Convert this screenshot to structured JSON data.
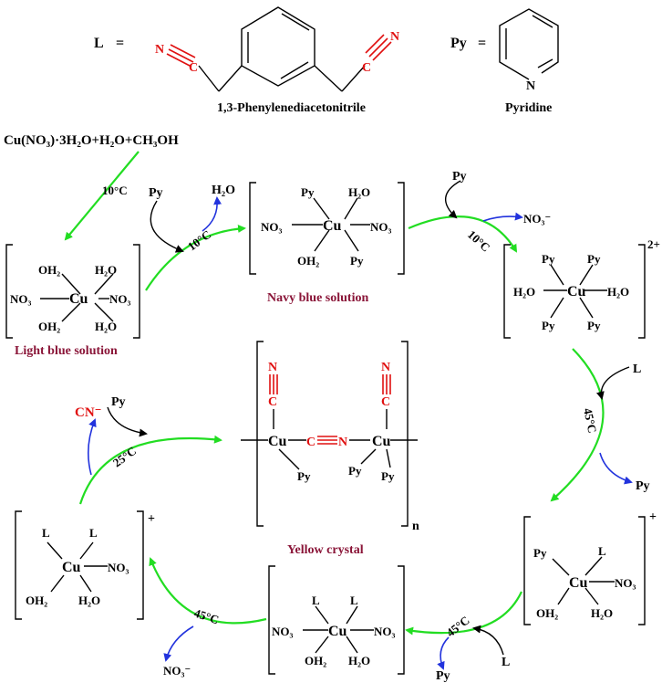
{
  "legend": {
    "L_symbol": "L",
    "equals": "=",
    "ligand_name": "1,3-Phenylenediacetonitrile",
    "Py_symbol": "Py",
    "py_name": "Pyridine",
    "N": "N",
    "C": "C"
  },
  "reagents": "Cu(NO₃)·3H₂O+H₂O+CH₃OH",
  "labels": {
    "Py": "Py",
    "L": "L",
    "OH2": "OH₂",
    "H2O": "H₂O",
    "NO3": "NO₃",
    "Cu": "Cu",
    "CN_minus": "CN⁻",
    "NO3_minus": "NO₃⁻",
    "charge_plus": "+",
    "charge_2plus": "2+",
    "n": "n"
  },
  "temperatures": {
    "t1": "10°C",
    "t2": "10°C",
    "t3": "10°C",
    "t4": "45°C",
    "t5": "45°C",
    "t6": "45°C",
    "t7": "25°C"
  },
  "captions": {
    "light_blue": "Light blue solution",
    "navy_blue": "Navy blue solution",
    "yellow": "Yellow crystal"
  },
  "colors": {
    "nitrile": "#e01010",
    "reaction_arrow": "#22dd22",
    "release_arrow": "#2233dd",
    "caption": "#8a1538"
  }
}
